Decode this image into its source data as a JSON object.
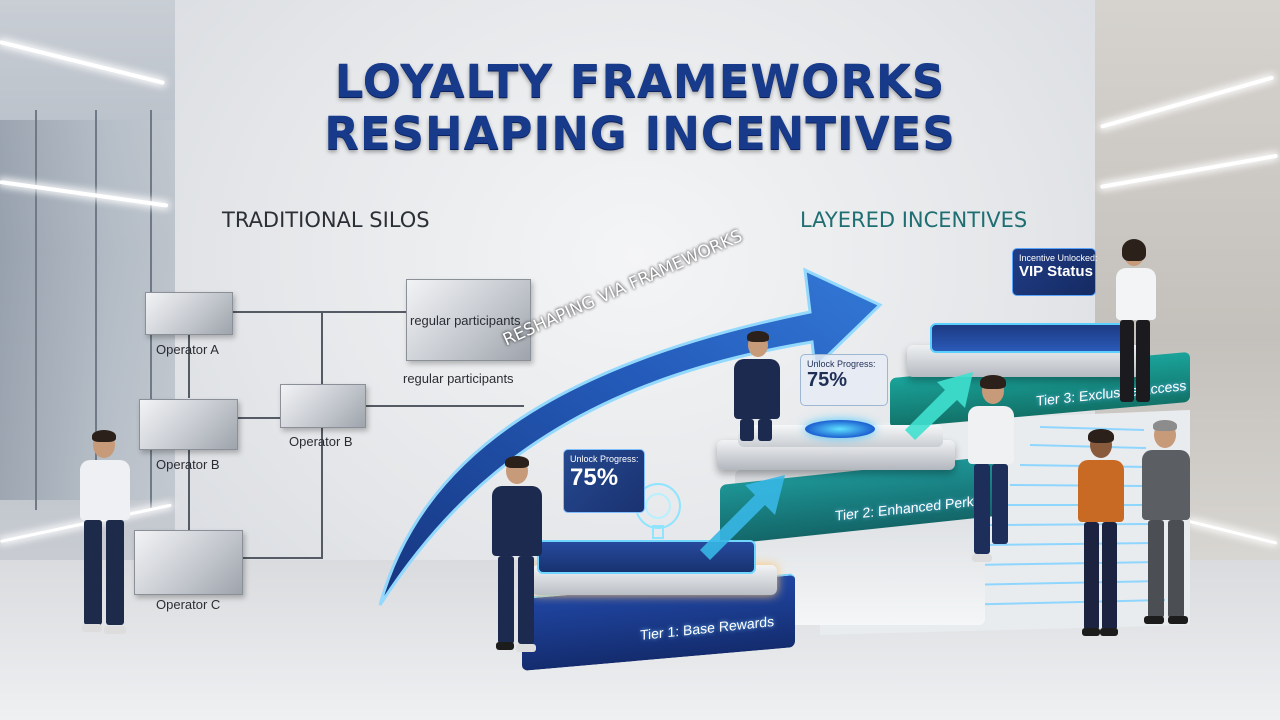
{
  "title_line1": "LOYALTY FRAMEWORKS",
  "title_line2": "RESHAPING INCENTIVES",
  "traditional": {
    "heading": "TRADITIONAL SILOS",
    "operators": [
      "Operator A",
      "Operator B",
      "Operator B",
      "Operator C"
    ],
    "participant_labels": [
      "regular participants",
      "regular participants"
    ]
  },
  "arrow_label": "RESHAPING VIA FRAMEWORKS",
  "layered": {
    "heading": "LAYERED INCENTIVES",
    "tiers": [
      "Tier 1: Base Rewards",
      "Tier 2: Enhanced Perks",
      "Tier 3: Exclusive Access"
    ],
    "progress_cards": [
      {
        "caption": "Unlock Progress:",
        "value": "75%"
      },
      {
        "caption": "Unlock Progress:",
        "value": "75%"
      }
    ],
    "unlock_card": {
      "caption": "Incentive Unlocked:",
      "value": "VIP Status"
    }
  },
  "colors": {
    "title": "#173a8a",
    "layered_heading": "#1e6e72",
    "tier1": "#1f3f93",
    "tier2": "#1d8a8c",
    "tier3": "#1f8d82",
    "glow": "#4fc3ff"
  }
}
